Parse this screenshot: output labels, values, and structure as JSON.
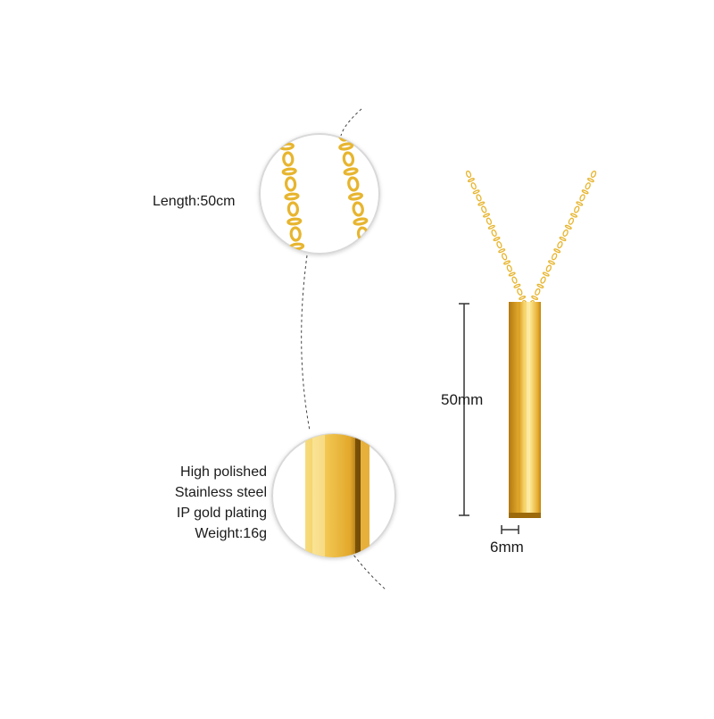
{
  "product": {
    "chain_length_label": "Length:50cm",
    "spec_lines": [
      "High polished",
      "Stainless steel",
      "IP gold plating",
      "Weight:16g"
    ],
    "pendant_height_label": "50mm",
    "pendant_width_label": "6mm"
  },
  "colors": {
    "gold_light": "#fff1b0",
    "gold_mid": "#f0c24a",
    "gold_dark": "#c98c12",
    "gold_deep": "#a86e08",
    "chain": "#e7b52f",
    "annotation": "#333333"
  }
}
